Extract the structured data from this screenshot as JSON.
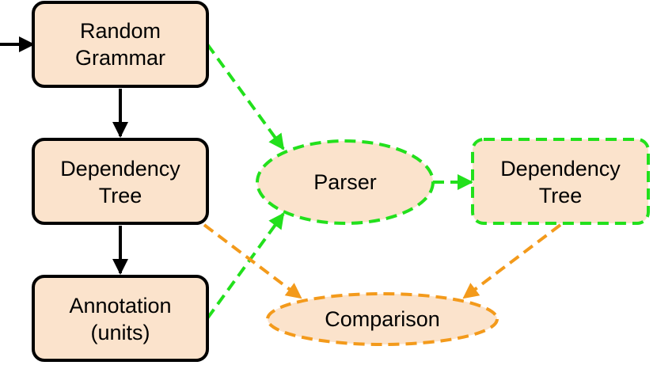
{
  "colors": {
    "box_fill": "#fbe3cc",
    "solid_stroke": "#000000",
    "green_dash": "#22e01c",
    "orange_dash": "#f39a1b"
  },
  "nodes": {
    "random_grammar": {
      "line1": "Random",
      "line2": "Grammar"
    },
    "dependency_tree_left": {
      "line1": "Dependency",
      "line2": "Tree"
    },
    "annotation": {
      "line1": "Annotation",
      "line2": "(units)"
    },
    "parser": {
      "label": "Parser"
    },
    "dependency_tree_right": {
      "line1": "Dependency",
      "line2": "Tree"
    },
    "comparison": {
      "label": "Comparison"
    }
  }
}
